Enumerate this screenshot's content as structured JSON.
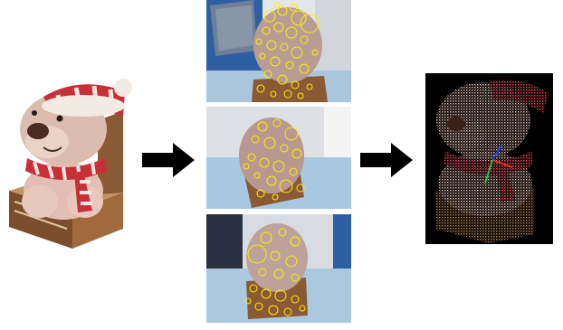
{
  "figure": {
    "stages": [
      {
        "id": "input-photo",
        "label": ""
      },
      {
        "id": "feature-views",
        "label": ""
      },
      {
        "id": "point-cloud",
        "label": ""
      }
    ],
    "views_count": 3,
    "colors": {
      "feature_marker": "#ffee00",
      "arrow": "#000000",
      "axis_x": "#e03020",
      "axis_y": "#30c040",
      "axis_z": "#2040ff",
      "table_blue": "#9cc3df",
      "box_brown": "#8a5a35",
      "plush": "#d8b6a8",
      "scarf_red": "#c83038"
    }
  }
}
